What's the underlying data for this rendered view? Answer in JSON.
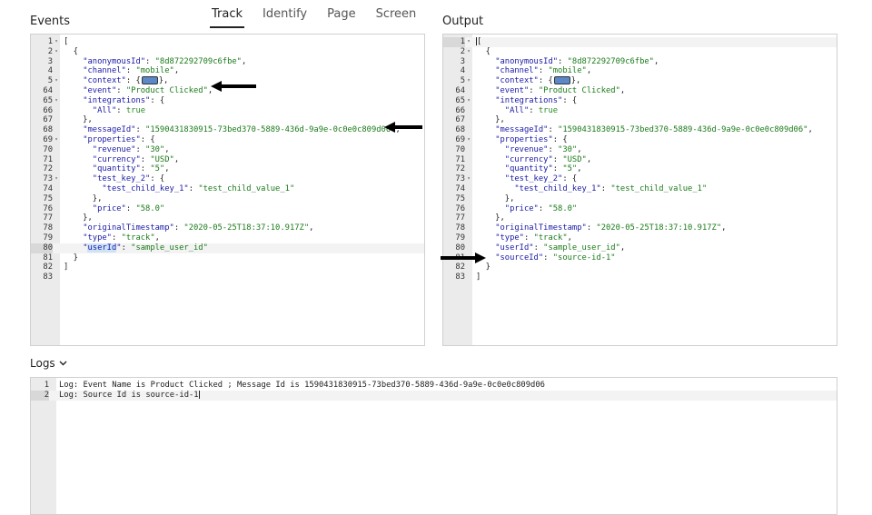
{
  "tabs": [
    {
      "label": "Track",
      "active": true
    },
    {
      "label": "Identify",
      "active": false
    },
    {
      "label": "Page",
      "active": false
    },
    {
      "label": "Screen",
      "active": false
    }
  ],
  "events": {
    "title": "Events",
    "lines": [
      {
        "n": "1",
        "fold": true,
        "tokens": [
          {
            "t": "p",
            "v": "["
          }
        ]
      },
      {
        "n": "2",
        "fold": true,
        "tokens": [
          {
            "t": "p",
            "v": "  {"
          }
        ]
      },
      {
        "n": "3",
        "fold": false,
        "tokens": [
          {
            "t": "p",
            "v": "    "
          },
          {
            "t": "k",
            "v": "\"anonymousId\""
          },
          {
            "t": "p",
            "v": ": "
          },
          {
            "t": "s",
            "v": "\"8d872292709c6fbe\""
          },
          {
            "t": "p",
            "v": ","
          }
        ]
      },
      {
        "n": "4",
        "fold": false,
        "tokens": [
          {
            "t": "p",
            "v": "    "
          },
          {
            "t": "k",
            "v": "\"channel\""
          },
          {
            "t": "p",
            "v": ": "
          },
          {
            "t": "s",
            "v": "\"mobile\""
          },
          {
            "t": "p",
            "v": ","
          }
        ]
      },
      {
        "n": "5",
        "fold": true,
        "tokens": [
          {
            "t": "p",
            "v": "    "
          },
          {
            "t": "k",
            "v": "\"context\""
          },
          {
            "t": "p",
            "v": ": {"
          },
          {
            "t": "w",
            "v": ""
          },
          {
            "t": "p",
            "v": "},"
          }
        ]
      },
      {
        "n": "64",
        "fold": false,
        "tokens": [
          {
            "t": "p",
            "v": "    "
          },
          {
            "t": "k",
            "v": "\"event\""
          },
          {
            "t": "p",
            "v": ": "
          },
          {
            "t": "s",
            "v": "\"Product Clicked\""
          },
          {
            "t": "p",
            "v": ","
          }
        ]
      },
      {
        "n": "65",
        "fold": true,
        "tokens": [
          {
            "t": "p",
            "v": "    "
          },
          {
            "t": "k",
            "v": "\"integrations\""
          },
          {
            "t": "p",
            "v": ": {"
          }
        ]
      },
      {
        "n": "66",
        "fold": false,
        "tokens": [
          {
            "t": "p",
            "v": "      "
          },
          {
            "t": "k",
            "v": "\"All\""
          },
          {
            "t": "p",
            "v": ": "
          },
          {
            "t": "b",
            "v": "true"
          }
        ]
      },
      {
        "n": "67",
        "fold": false,
        "tokens": [
          {
            "t": "p",
            "v": "    },"
          }
        ]
      },
      {
        "n": "68",
        "fold": false,
        "tokens": [
          {
            "t": "p",
            "v": "    "
          },
          {
            "t": "k",
            "v": "\"messageId\""
          },
          {
            "t": "p",
            "v": ": "
          },
          {
            "t": "s",
            "v": "\"1590431830915-73bed370-5889-436d-9a9e-0c0e0c809d06\""
          },
          {
            "t": "p",
            "v": ","
          }
        ]
      },
      {
        "n": "69",
        "fold": true,
        "tokens": [
          {
            "t": "p",
            "v": "    "
          },
          {
            "t": "k",
            "v": "\"properties\""
          },
          {
            "t": "p",
            "v": ": {"
          }
        ]
      },
      {
        "n": "70",
        "fold": false,
        "tokens": [
          {
            "t": "p",
            "v": "      "
          },
          {
            "t": "k",
            "v": "\"revenue\""
          },
          {
            "t": "p",
            "v": ": "
          },
          {
            "t": "s",
            "v": "\"30\""
          },
          {
            "t": "p",
            "v": ","
          }
        ]
      },
      {
        "n": "71",
        "fold": false,
        "tokens": [
          {
            "t": "p",
            "v": "      "
          },
          {
            "t": "k",
            "v": "\"currency\""
          },
          {
            "t": "p",
            "v": ": "
          },
          {
            "t": "s",
            "v": "\"USD\""
          },
          {
            "t": "p",
            "v": ","
          }
        ]
      },
      {
        "n": "72",
        "fold": false,
        "tokens": [
          {
            "t": "p",
            "v": "      "
          },
          {
            "t": "k",
            "v": "\"quantity\""
          },
          {
            "t": "p",
            "v": ": "
          },
          {
            "t": "s",
            "v": "\"5\""
          },
          {
            "t": "p",
            "v": ","
          }
        ]
      },
      {
        "n": "73",
        "fold": true,
        "tokens": [
          {
            "t": "p",
            "v": "      "
          },
          {
            "t": "k",
            "v": "\"test_key_2\""
          },
          {
            "t": "p",
            "v": ": {"
          }
        ]
      },
      {
        "n": "74",
        "fold": false,
        "tokens": [
          {
            "t": "p",
            "v": "        "
          },
          {
            "t": "k",
            "v": "\"test_child_key_1\""
          },
          {
            "t": "p",
            "v": ": "
          },
          {
            "t": "s",
            "v": "\"test_child_value_1\""
          }
        ]
      },
      {
        "n": "75",
        "fold": false,
        "tokens": [
          {
            "t": "p",
            "v": "      },"
          }
        ]
      },
      {
        "n": "76",
        "fold": false,
        "tokens": [
          {
            "t": "p",
            "v": "      "
          },
          {
            "t": "k",
            "v": "\"price\""
          },
          {
            "t": "p",
            "v": ": "
          },
          {
            "t": "s",
            "v": "\"58.0\""
          }
        ]
      },
      {
        "n": "77",
        "fold": false,
        "tokens": [
          {
            "t": "p",
            "v": "    },"
          }
        ]
      },
      {
        "n": "78",
        "fold": false,
        "tokens": [
          {
            "t": "p",
            "v": "    "
          },
          {
            "t": "k",
            "v": "\"originalTimestamp\""
          },
          {
            "t": "p",
            "v": ": "
          },
          {
            "t": "s",
            "v": "\"2020-05-25T18:37:10.917Z\""
          },
          {
            "t": "p",
            "v": ","
          }
        ]
      },
      {
        "n": "79",
        "fold": false,
        "tokens": [
          {
            "t": "p",
            "v": "    "
          },
          {
            "t": "k",
            "v": "\"type\""
          },
          {
            "t": "p",
            "v": ": "
          },
          {
            "t": "s",
            "v": "\"track\""
          },
          {
            "t": "p",
            "v": ","
          }
        ]
      },
      {
        "n": "80",
        "fold": false,
        "active": true,
        "tokens": [
          {
            "t": "p",
            "v": "    "
          },
          {
            "t": "k",
            "v": "\""
          },
          {
            "t": "kh",
            "v": "userId"
          },
          {
            "t": "k",
            "v": "\""
          },
          {
            "t": "p",
            "v": ": "
          },
          {
            "t": "s",
            "v": "\"sample_user_id\""
          }
        ]
      },
      {
        "n": "81",
        "fold": false,
        "tokens": [
          {
            "t": "p",
            "v": "  }"
          }
        ]
      },
      {
        "n": "82",
        "fold": false,
        "tokens": [
          {
            "t": "p",
            "v": "]"
          }
        ]
      },
      {
        "n": "83",
        "fold": false,
        "tokens": []
      }
    ]
  },
  "output": {
    "title": "Output",
    "lines": [
      {
        "n": "1",
        "fold": true,
        "active": true,
        "tokens": [
          {
            "t": "c",
            "v": ""
          },
          {
            "t": "p",
            "v": "["
          }
        ]
      },
      {
        "n": "2",
        "fold": true,
        "tokens": [
          {
            "t": "p",
            "v": "  {"
          }
        ]
      },
      {
        "n": "3",
        "fold": false,
        "tokens": [
          {
            "t": "p",
            "v": "    "
          },
          {
            "t": "k",
            "v": "\"anonymousId\""
          },
          {
            "t": "p",
            "v": ": "
          },
          {
            "t": "s",
            "v": "\"8d872292709c6fbe\""
          },
          {
            "t": "p",
            "v": ","
          }
        ]
      },
      {
        "n": "4",
        "fold": false,
        "tokens": [
          {
            "t": "p",
            "v": "    "
          },
          {
            "t": "k",
            "v": "\"channel\""
          },
          {
            "t": "p",
            "v": ": "
          },
          {
            "t": "s",
            "v": "\"mobile\""
          },
          {
            "t": "p",
            "v": ","
          }
        ]
      },
      {
        "n": "5",
        "fold": true,
        "tokens": [
          {
            "t": "p",
            "v": "    "
          },
          {
            "t": "k",
            "v": "\"context\""
          },
          {
            "t": "p",
            "v": ": {"
          },
          {
            "t": "w",
            "v": ""
          },
          {
            "t": "p",
            "v": "},"
          }
        ]
      },
      {
        "n": "64",
        "fold": false,
        "tokens": [
          {
            "t": "p",
            "v": "    "
          },
          {
            "t": "k",
            "v": "\"event\""
          },
          {
            "t": "p",
            "v": ": "
          },
          {
            "t": "s",
            "v": "\"Product Clicked\""
          },
          {
            "t": "p",
            "v": ","
          }
        ]
      },
      {
        "n": "65",
        "fold": true,
        "tokens": [
          {
            "t": "p",
            "v": "    "
          },
          {
            "t": "k",
            "v": "\"integrations\""
          },
          {
            "t": "p",
            "v": ": {"
          }
        ]
      },
      {
        "n": "66",
        "fold": false,
        "tokens": [
          {
            "t": "p",
            "v": "      "
          },
          {
            "t": "k",
            "v": "\"All\""
          },
          {
            "t": "p",
            "v": ": "
          },
          {
            "t": "b",
            "v": "true"
          }
        ]
      },
      {
        "n": "67",
        "fold": false,
        "tokens": [
          {
            "t": "p",
            "v": "    },"
          }
        ]
      },
      {
        "n": "68",
        "fold": false,
        "tokens": [
          {
            "t": "p",
            "v": "    "
          },
          {
            "t": "k",
            "v": "\"messageId\""
          },
          {
            "t": "p",
            "v": ": "
          },
          {
            "t": "s",
            "v": "\"1590431830915-73bed370-5889-436d-9a9e-0c0e0c809d06\""
          },
          {
            "t": "p",
            "v": ","
          }
        ]
      },
      {
        "n": "69",
        "fold": true,
        "tokens": [
          {
            "t": "p",
            "v": "    "
          },
          {
            "t": "k",
            "v": "\"properties\""
          },
          {
            "t": "p",
            "v": ": {"
          }
        ]
      },
      {
        "n": "70",
        "fold": false,
        "tokens": [
          {
            "t": "p",
            "v": "      "
          },
          {
            "t": "k",
            "v": "\"revenue\""
          },
          {
            "t": "p",
            "v": ": "
          },
          {
            "t": "s",
            "v": "\"30\""
          },
          {
            "t": "p",
            "v": ","
          }
        ]
      },
      {
        "n": "71",
        "fold": false,
        "tokens": [
          {
            "t": "p",
            "v": "      "
          },
          {
            "t": "k",
            "v": "\"currency\""
          },
          {
            "t": "p",
            "v": ": "
          },
          {
            "t": "s",
            "v": "\"USD\""
          },
          {
            "t": "p",
            "v": ","
          }
        ]
      },
      {
        "n": "72",
        "fold": false,
        "tokens": [
          {
            "t": "p",
            "v": "      "
          },
          {
            "t": "k",
            "v": "\"quantity\""
          },
          {
            "t": "p",
            "v": ": "
          },
          {
            "t": "s",
            "v": "\"5\""
          },
          {
            "t": "p",
            "v": ","
          }
        ]
      },
      {
        "n": "73",
        "fold": true,
        "tokens": [
          {
            "t": "p",
            "v": "      "
          },
          {
            "t": "k",
            "v": "\"test_key_2\""
          },
          {
            "t": "p",
            "v": ": {"
          }
        ]
      },
      {
        "n": "74",
        "fold": false,
        "tokens": [
          {
            "t": "p",
            "v": "        "
          },
          {
            "t": "k",
            "v": "\"test_child_key_1\""
          },
          {
            "t": "p",
            "v": ": "
          },
          {
            "t": "s",
            "v": "\"test_child_value_1\""
          }
        ]
      },
      {
        "n": "75",
        "fold": false,
        "tokens": [
          {
            "t": "p",
            "v": "      },"
          }
        ]
      },
      {
        "n": "76",
        "fold": false,
        "tokens": [
          {
            "t": "p",
            "v": "      "
          },
          {
            "t": "k",
            "v": "\"price\""
          },
          {
            "t": "p",
            "v": ": "
          },
          {
            "t": "s",
            "v": "\"58.0\""
          }
        ]
      },
      {
        "n": "77",
        "fold": false,
        "tokens": [
          {
            "t": "p",
            "v": "    },"
          }
        ]
      },
      {
        "n": "78",
        "fold": false,
        "tokens": [
          {
            "t": "p",
            "v": "    "
          },
          {
            "t": "k",
            "v": "\"originalTimestamp\""
          },
          {
            "t": "p",
            "v": ": "
          },
          {
            "t": "s",
            "v": "\"2020-05-25T18:37:10.917Z\""
          },
          {
            "t": "p",
            "v": ","
          }
        ]
      },
      {
        "n": "79",
        "fold": false,
        "tokens": [
          {
            "t": "p",
            "v": "    "
          },
          {
            "t": "k",
            "v": "\"type\""
          },
          {
            "t": "p",
            "v": ": "
          },
          {
            "t": "s",
            "v": "\"track\""
          },
          {
            "t": "p",
            "v": ","
          }
        ]
      },
      {
        "n": "80",
        "fold": false,
        "tokens": [
          {
            "t": "p",
            "v": "    "
          },
          {
            "t": "k",
            "v": "\"userId\""
          },
          {
            "t": "p",
            "v": ": "
          },
          {
            "t": "s",
            "v": "\"sample_user_id\""
          },
          {
            "t": "p",
            "v": ","
          }
        ]
      },
      {
        "n": "81",
        "fold": false,
        "tokens": [
          {
            "t": "p",
            "v": "    "
          },
          {
            "t": "k",
            "v": "\"sourceId\""
          },
          {
            "t": "p",
            "v": ": "
          },
          {
            "t": "s",
            "v": "\"source-id-1\""
          }
        ]
      },
      {
        "n": "82",
        "fold": false,
        "tokens": [
          {
            "t": "p",
            "v": "  }"
          }
        ]
      },
      {
        "n": "83",
        "fold": false,
        "tokens": [
          {
            "t": "p",
            "v": "]"
          }
        ]
      }
    ]
  },
  "logs": {
    "title": "Logs",
    "lines": [
      {
        "n": "1",
        "text": "Log: Event Name is Product Clicked ; Message Id is 1590431830915-73bed370-5889-436d-9a9e-0c0e0c809d06"
      },
      {
        "n": "2",
        "text": "Log: Source Id is source-id-1",
        "cursor": true
      }
    ]
  },
  "icons": {
    "logs_toggle": "chevron-down-icon",
    "fold": "fold-triangle-icon",
    "arrow_left": "arrow-left-icon",
    "arrow_right": "arrow-right-icon"
  },
  "colors": {
    "key": "#1a1aa6",
    "string": "#1a7a1a",
    "gutter": "#ebebeb",
    "highlight": "#cfe3f7"
  }
}
